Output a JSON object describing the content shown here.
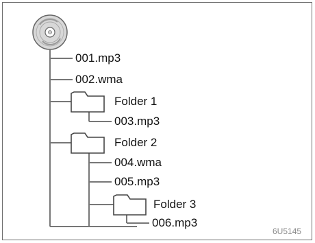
{
  "tree": {
    "root_icon": "cd-disc-icon",
    "items": [
      {
        "label": "001.mp3",
        "kind": "file"
      },
      {
        "label": "002.wma",
        "kind": "file"
      },
      {
        "label": "Folder 1",
        "kind": "folder"
      },
      {
        "label": "003.mp3",
        "kind": "file"
      },
      {
        "label": "Folder 2",
        "kind": "folder"
      },
      {
        "label": "004.wma",
        "kind": "file"
      },
      {
        "label": "005.mp3",
        "kind": "file"
      },
      {
        "label": "Folder 3",
        "kind": "folder"
      },
      {
        "label": "006.mp3",
        "kind": "file"
      }
    ]
  },
  "figure_code": "6U5145",
  "colors": {
    "line": "#777777",
    "text": "#111111",
    "code": "#8a8a8a"
  }
}
